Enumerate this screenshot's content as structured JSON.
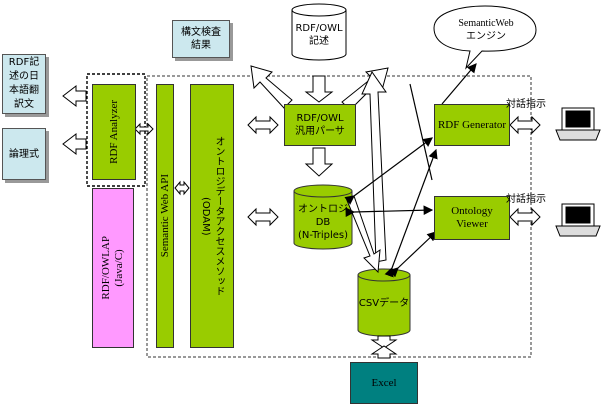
{
  "notes": {
    "syntax_result": "構文検査\n結果",
    "rdf_japanese": "RDF記\n述の日\n本語翻\n訳文",
    "logic_expr": "論理式"
  },
  "rdf_doc": "RDF/OWL\n記述",
  "semantic_engine": "SemanticWeb\nエンジン",
  "rdf_analyzer": "RDF Analyzer",
  "rdf_owlap": "RDF/OWLAP\n(Java/C)",
  "semantic_web_api": "Semantic Web API",
  "odam": "オントロジデータアクセスメソッド\n(ODAM)",
  "parser": "RDF/OWL\n汎用パーサ",
  "onto_db": "オントロジ\nDB\n(N-Triples)",
  "csv_data": "CSVデータ",
  "excel": "Excel",
  "rdf_generator": "RDF Generator",
  "ontology_viewer": "Ontology\nViewer",
  "dialog_label_1": "対話指示",
  "dialog_label_2": "対話指示",
  "colors": {
    "module": "#99cc00",
    "java": "#ff99ff",
    "excel": "#008080",
    "note": "#cce8ee"
  }
}
